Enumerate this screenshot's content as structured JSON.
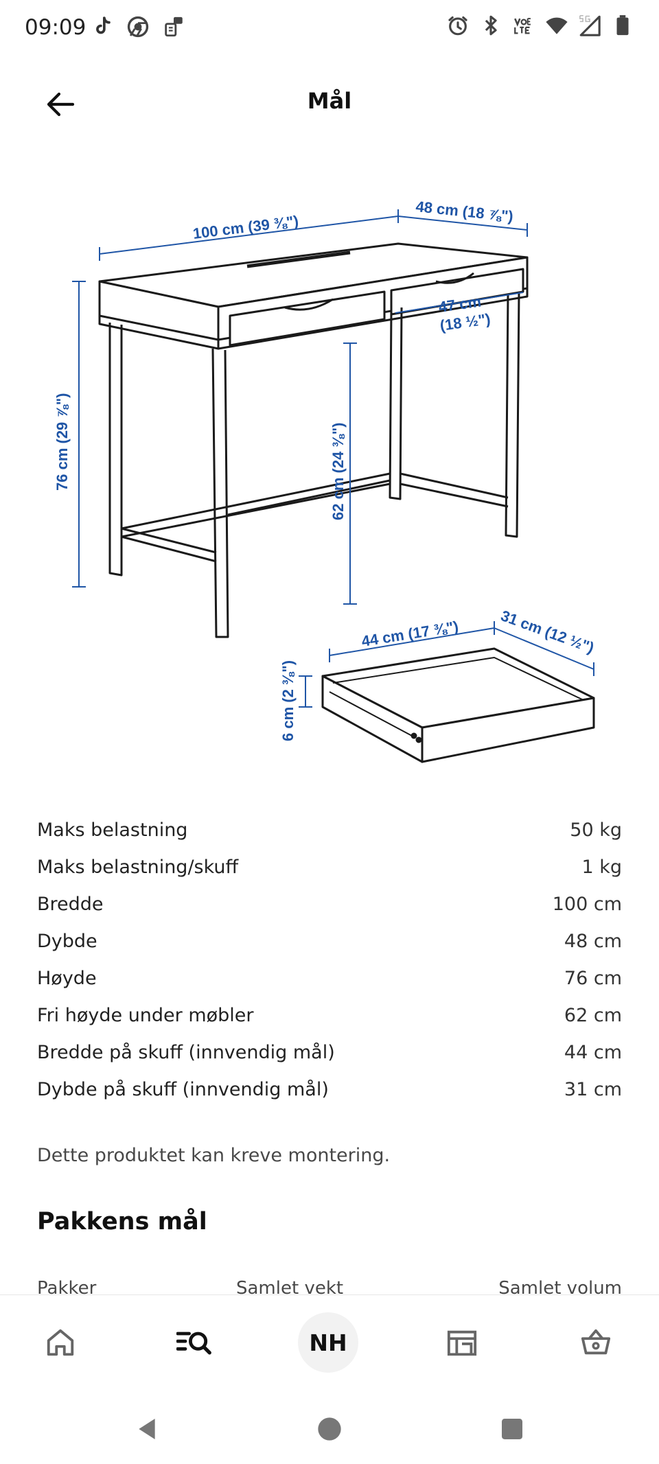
{
  "status_bar": {
    "time": "09:09",
    "left_icons": [
      "tiktok-icon",
      "chrome-icon",
      "notification-icon"
    ],
    "right_icons": [
      "alarm-icon",
      "bluetooth-icon",
      "volte-icon",
      "wifi-icon",
      "signal-5g-icon",
      "battery-icon"
    ]
  },
  "header": {
    "title": "Mål"
  },
  "illustration": {
    "labels": {
      "width": "100 cm (39 ⅜\")",
      "depth": "48 cm (18 ⅞\")",
      "height": "76 cm (29 ⅞\")",
      "clearance": "62 cm (24 ⅜\")",
      "inner_depth_line1": "47 cm",
      "inner_depth_line2": "(18 ½\")",
      "drawer_width": "44 cm (17 ⅜\")",
      "drawer_depth": "31 cm (12 ½\")",
      "drawer_height": "6 cm (2 ⅜\")"
    }
  },
  "specs": [
    {
      "label": "Maks belastning",
      "value": "50 kg"
    },
    {
      "label": "Maks belastning/skuff",
      "value": "1 kg"
    },
    {
      "label": "Bredde",
      "value": "100 cm"
    },
    {
      "label": "Dybde",
      "value": "48 cm"
    },
    {
      "label": "Høyde",
      "value": "76 cm"
    },
    {
      "label": "Fri høyde under møbler",
      "value": "62 cm"
    },
    {
      "label": "Bredde på skuff (innvendig mål)",
      "value": "44 cm"
    },
    {
      "label": "Dybde på skuff (innvendig mål)",
      "value": "31 cm"
    }
  ],
  "assembly_note": "Dette produktet kan kreve montering.",
  "package_section": {
    "title": "Pakkens mål",
    "columns": [
      "Pakker",
      "Samlet vekt",
      "Samlet volum"
    ]
  },
  "bottom_nav": {
    "items": [
      "home-icon",
      "search-list-icon",
      "profile-avatar",
      "store-icon",
      "basket-icon"
    ],
    "avatar_initials": "NH"
  },
  "colors": {
    "dimension_blue": "#1f55a6",
    "line_dark": "#1a1a1a"
  }
}
